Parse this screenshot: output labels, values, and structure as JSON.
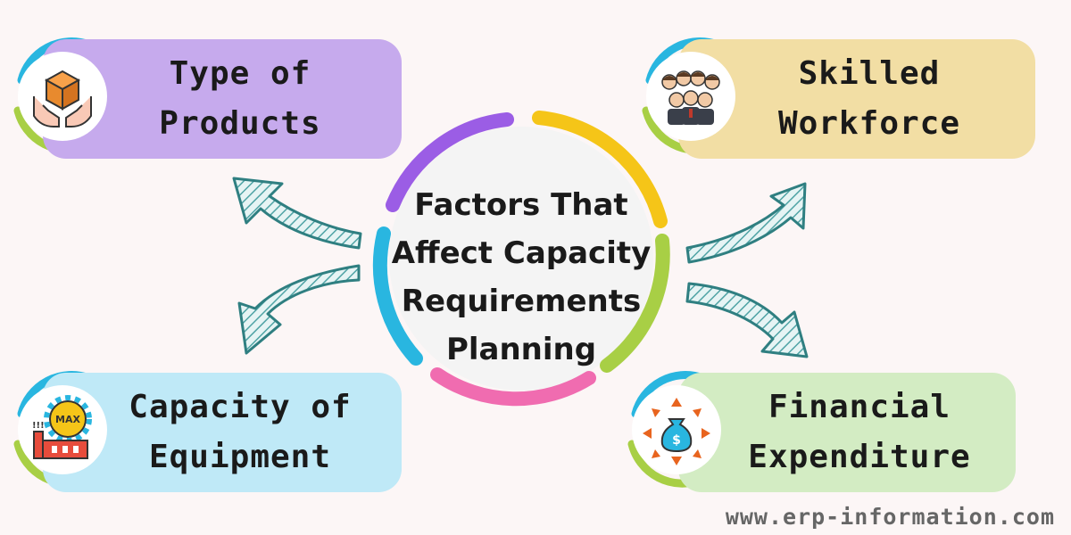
{
  "center": {
    "title": "Factors That\nAffect Capacity\nRequirements\nPlanning"
  },
  "factors": [
    {
      "label": "Type of\nProducts",
      "icon": "box-in-hands-icon"
    },
    {
      "label": "Skilled\nWorkforce",
      "icon": "team-people-icon"
    },
    {
      "label": "Capacity of\nEquipment",
      "icon": "factory-gear-max-icon"
    },
    {
      "label": "Financial\nExpenditure",
      "icon": "money-bag-arrows-icon"
    }
  ],
  "watermark": "www.erp-information.com",
  "colors": {
    "purple": "#c6aaed",
    "yellow": "#f2dea4",
    "blue": "#bfe9f7",
    "green": "#d3ecc3",
    "ring_purple": "#9b5de5",
    "ring_yellow": "#f5c518",
    "ring_green": "#a8cf45",
    "ring_pink": "#f06cb0",
    "ring_blue": "#29b6e0",
    "arrow": "#4fa3a5"
  }
}
